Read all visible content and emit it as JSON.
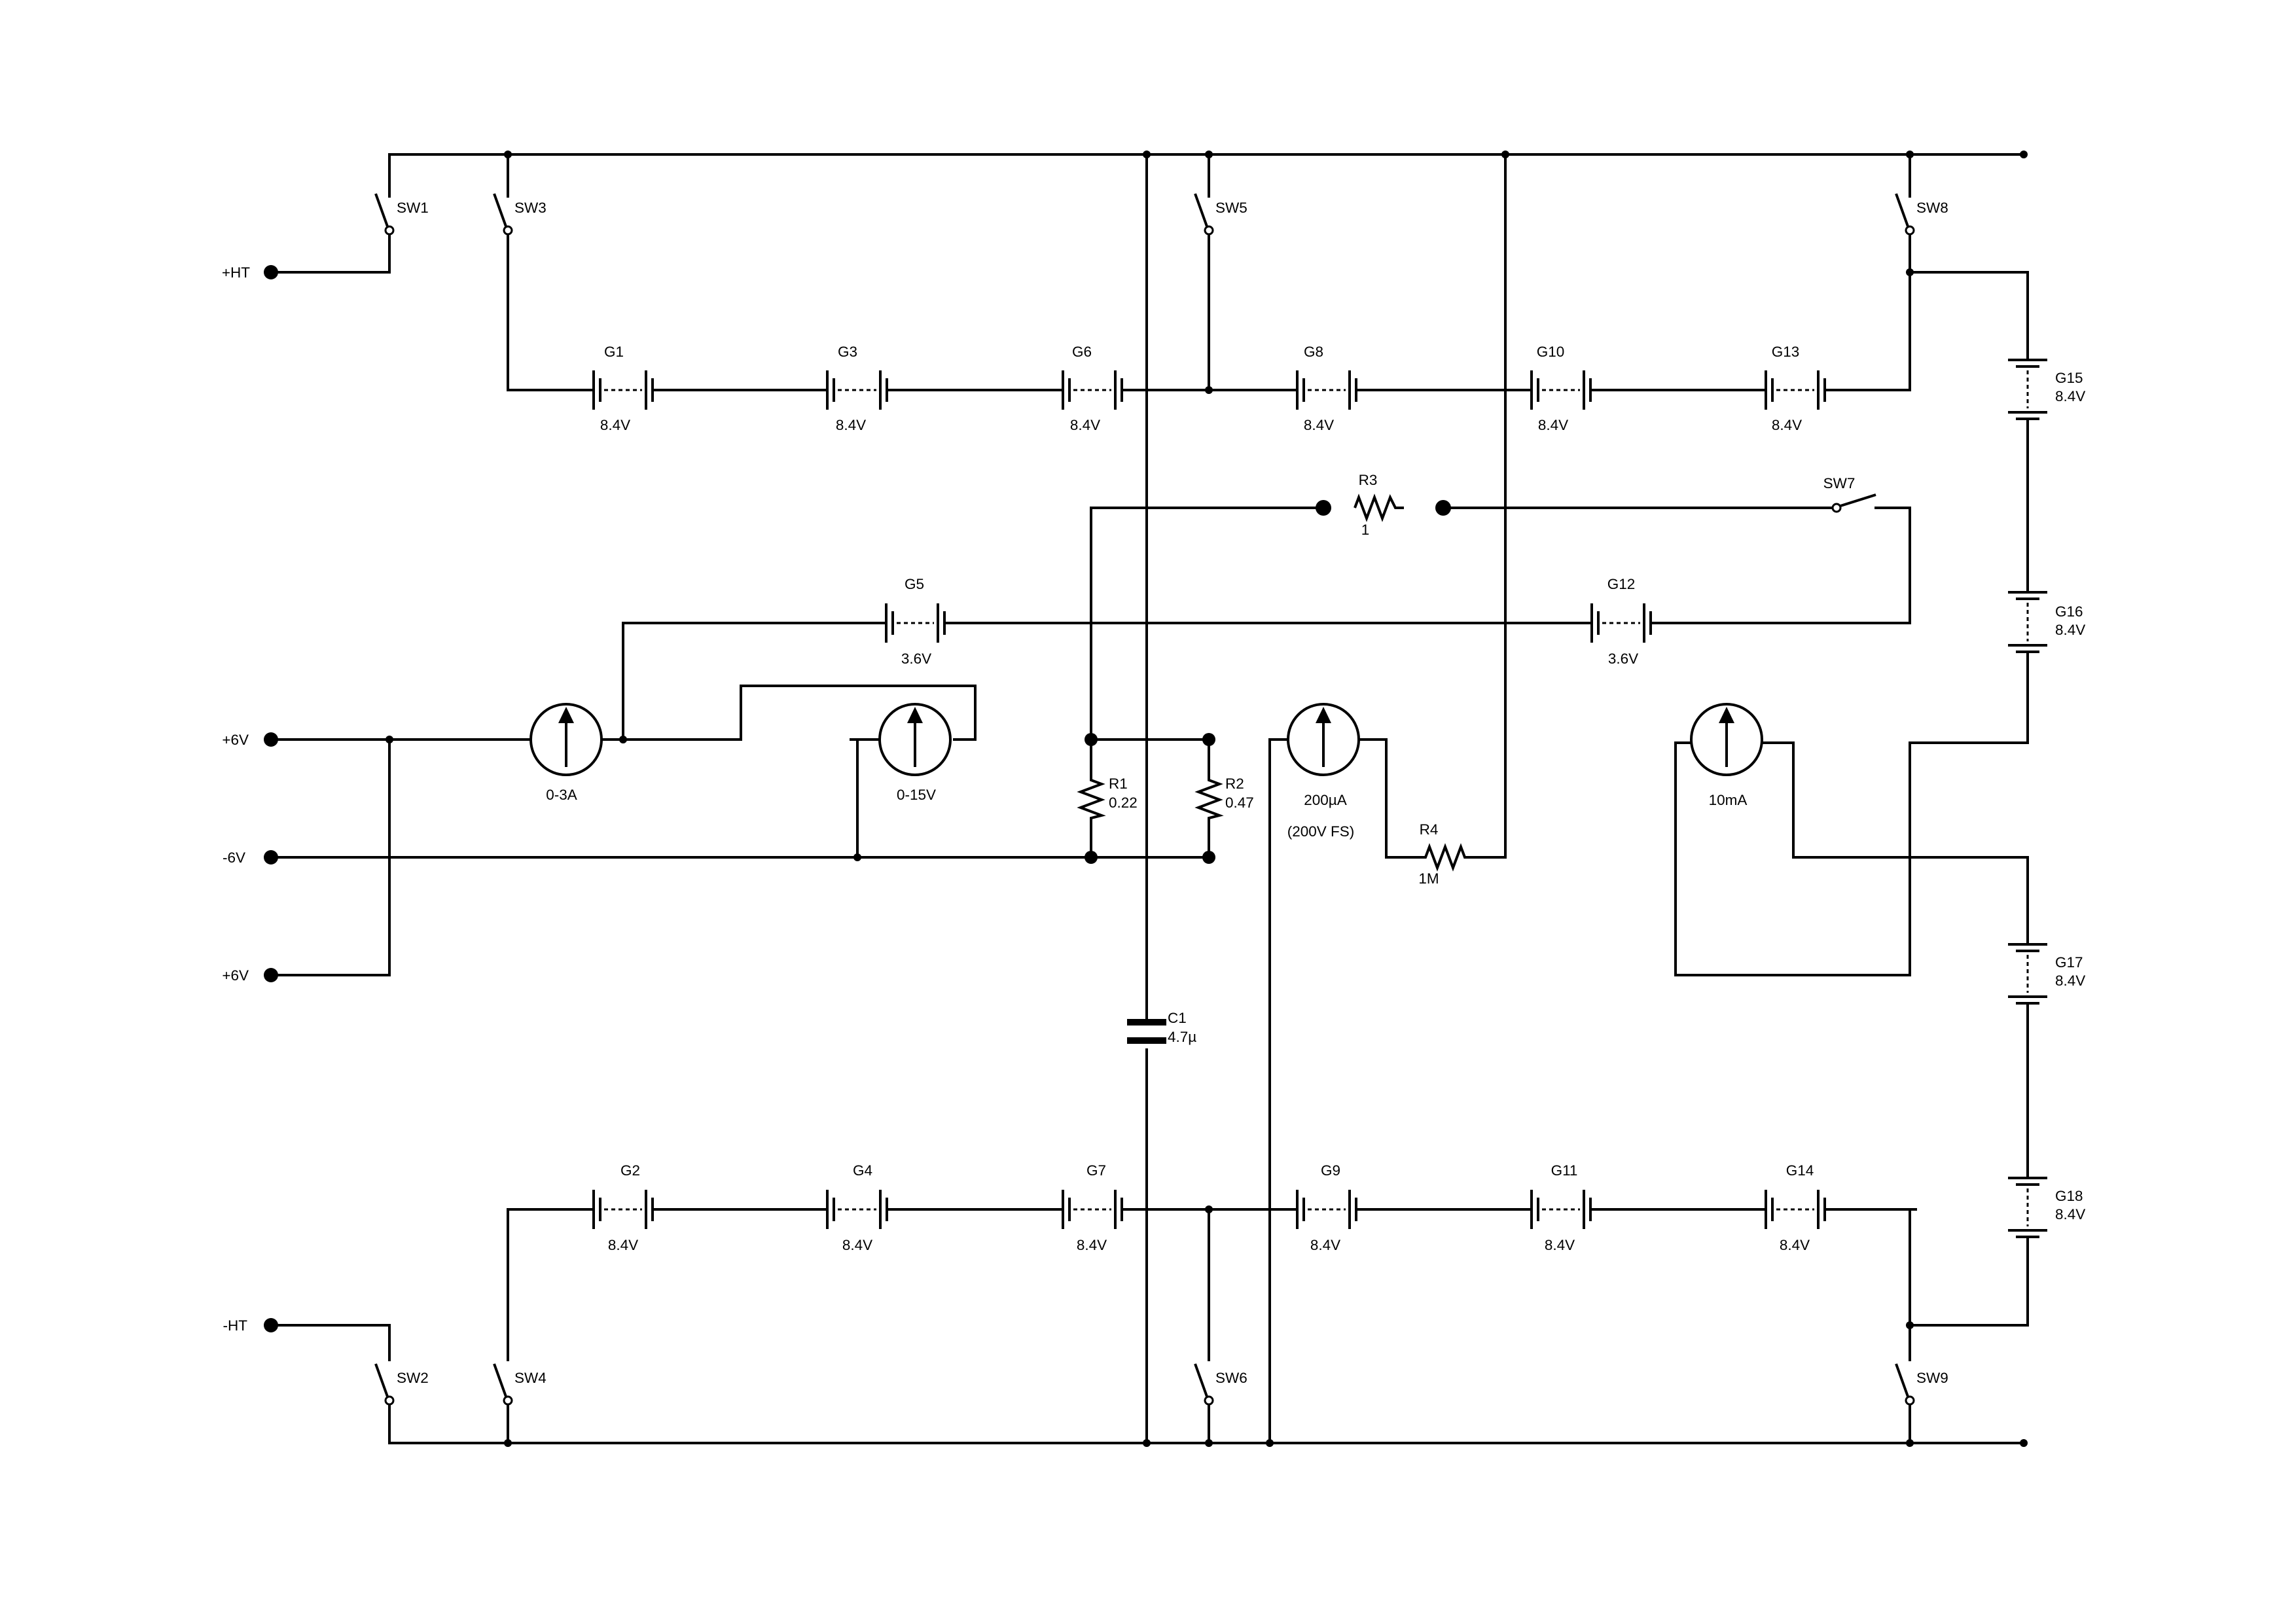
{
  "terminals": {
    "plus_ht": "+HT",
    "minus_ht": "-HT",
    "plus_6v_top": "+6V",
    "minus_6v": "-6V",
    "plus_6v_bottom": "+6V"
  },
  "switches": {
    "sw1": "SW1",
    "sw2": "SW2",
    "sw3": "SW3",
    "sw4": "SW4",
    "sw5": "SW5",
    "sw6": "SW6",
    "sw7": "SW7",
    "sw8": "SW8",
    "sw9": "SW9"
  },
  "cells": {
    "g1": {
      "name": "G1",
      "value": "8.4V"
    },
    "g2": {
      "name": "G2",
      "value": "8.4V"
    },
    "g3": {
      "name": "G3",
      "value": "8.4V"
    },
    "g4": {
      "name": "G4",
      "value": "8.4V"
    },
    "g5": {
      "name": "G5",
      "value": "3.6V"
    },
    "g6": {
      "name": "G6",
      "value": "8.4V"
    },
    "g7": {
      "name": "G7",
      "value": "8.4V"
    },
    "g8": {
      "name": "G8",
      "value": "8.4V"
    },
    "g9": {
      "name": "G9",
      "value": "8.4V"
    },
    "g10": {
      "name": "G10",
      "value": "8.4V"
    },
    "g11": {
      "name": "G11",
      "value": "8.4V"
    },
    "g12": {
      "name": "G12",
      "value": "3.6V"
    },
    "g13": {
      "name": "G13",
      "value": "8.4V"
    },
    "g14": {
      "name": "G14",
      "value": "8.4V"
    },
    "g15": {
      "name": "G15",
      "value": "8.4V"
    },
    "g16": {
      "name": "G16",
      "value": "8.4V"
    },
    "g17": {
      "name": "G17",
      "value": "8.4V"
    },
    "g18": {
      "name": "G18",
      "value": "8.4V"
    }
  },
  "resistors": {
    "r1": {
      "name": "R1",
      "value": "0.22"
    },
    "r2": {
      "name": "R2",
      "value": "0.47"
    },
    "r3": {
      "name": "R3",
      "value": "1"
    },
    "r4": {
      "name": "R4",
      "value": "1M"
    }
  },
  "capacitors": {
    "c1": {
      "name": "C1",
      "value": "4.7µ"
    }
  },
  "meters": {
    "ammeter_3a": {
      "range": "0-3A"
    },
    "voltmeter_15v": {
      "range": "0-15V"
    },
    "meter_200ua": {
      "range": "200µA",
      "note": "(200V FS)"
    },
    "meter_10ma": {
      "range": "10mA"
    }
  }
}
